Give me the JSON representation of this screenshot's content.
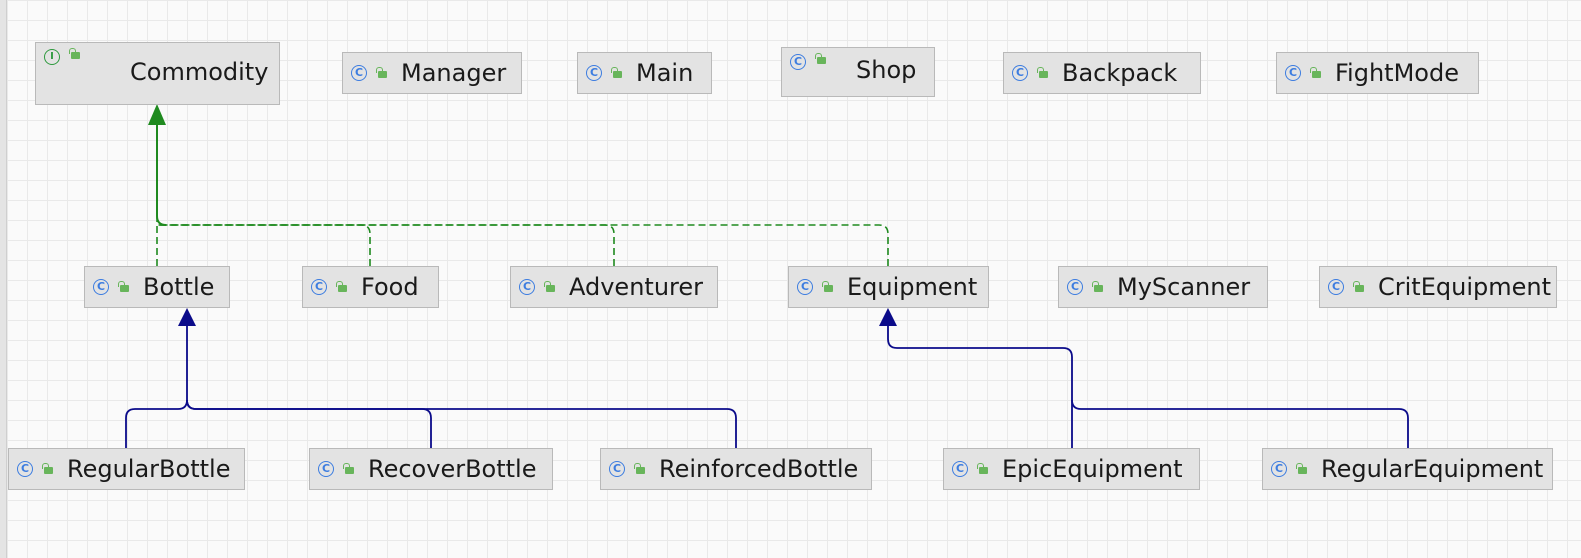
{
  "diagram": {
    "nodes": [
      {
        "id": "commodity",
        "name": "Commodity",
        "kind": "interface",
        "kind_glyph": "I"
      },
      {
        "id": "manager",
        "name": "Manager",
        "kind": "class",
        "kind_glyph": "C"
      },
      {
        "id": "main",
        "name": "Main",
        "kind": "class",
        "kind_glyph": "C"
      },
      {
        "id": "shop",
        "name": "Shop",
        "kind": "class",
        "kind_glyph": "C"
      },
      {
        "id": "backpack",
        "name": "Backpack",
        "kind": "class",
        "kind_glyph": "C"
      },
      {
        "id": "fightmode",
        "name": "FightMode",
        "kind": "class",
        "kind_glyph": "C"
      },
      {
        "id": "bottle",
        "name": "Bottle",
        "kind": "class",
        "kind_glyph": "C"
      },
      {
        "id": "food",
        "name": "Food",
        "kind": "class",
        "kind_glyph": "C"
      },
      {
        "id": "adventurer",
        "name": "Adventurer",
        "kind": "class",
        "kind_glyph": "C"
      },
      {
        "id": "equipment",
        "name": "Equipment",
        "kind": "class",
        "kind_glyph": "C"
      },
      {
        "id": "myscanner",
        "name": "MyScanner",
        "kind": "class",
        "kind_glyph": "C"
      },
      {
        "id": "critequipment",
        "name": "CritEquipment",
        "kind": "class",
        "kind_glyph": "C"
      },
      {
        "id": "regularbottle",
        "name": "RegularBottle",
        "kind": "class",
        "kind_glyph": "C"
      },
      {
        "id": "recoverbottle",
        "name": "RecoverBottle",
        "kind": "class",
        "kind_glyph": "C"
      },
      {
        "id": "reinforcedbottle",
        "name": "ReinforcedBottle",
        "kind": "class",
        "kind_glyph": "C"
      },
      {
        "id": "epicequipment",
        "name": "EpicEquipment",
        "kind": "class",
        "kind_glyph": "C"
      },
      {
        "id": "regularequipment",
        "name": "RegularEquipment",
        "kind": "class",
        "kind_glyph": "C"
      }
    ],
    "edges": [
      {
        "from": "bottle",
        "to": "commodity",
        "type": "implements"
      },
      {
        "from": "food",
        "to": "commodity",
        "type": "implements"
      },
      {
        "from": "adventurer",
        "to": "commodity",
        "type": "implements"
      },
      {
        "from": "equipment",
        "to": "commodity",
        "type": "implements"
      },
      {
        "from": "regularbottle",
        "to": "bottle",
        "type": "extends"
      },
      {
        "from": "recoverbottle",
        "to": "bottle",
        "type": "extends"
      },
      {
        "from": "reinforcedbottle",
        "to": "bottle",
        "type": "extends"
      },
      {
        "from": "epicequipment",
        "to": "equipment",
        "type": "extends"
      },
      {
        "from": "regularequipment",
        "to": "equipment",
        "type": "extends"
      }
    ],
    "colors": {
      "implements": "#1f8a1f",
      "extends": "#0b0b8a",
      "class_icon": "#3d7de0",
      "interface_icon": "#2f9a3f",
      "visibility_icon": "#68b55b",
      "node_fill": "#e3e3e3"
    },
    "icons": {
      "class": "class-c-icon",
      "interface": "interface-i-icon",
      "visibility": "public-lock-icon"
    }
  }
}
